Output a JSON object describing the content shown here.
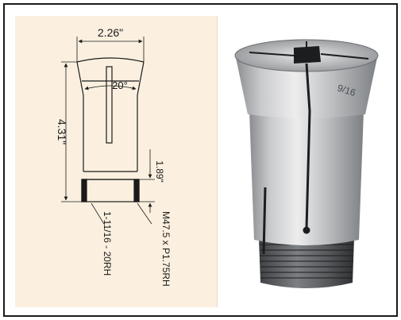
{
  "technical_drawing": {
    "dimensions": {
      "overall_diameter": "2.26\"",
      "taper_angle": "20°",
      "overall_length": "4.31\"",
      "thread_length": "1.89\"",
      "thread_imperial": "1-11/16 - 20RH",
      "thread_metric": "M47.5 x P1.75RH"
    }
  },
  "photo": {
    "collet_size_marking": "9/16"
  },
  "colors": {
    "drawing_background": "#fbf0df",
    "line_color": "#1a1a1a",
    "frame_border": "#1a1a1a"
  }
}
